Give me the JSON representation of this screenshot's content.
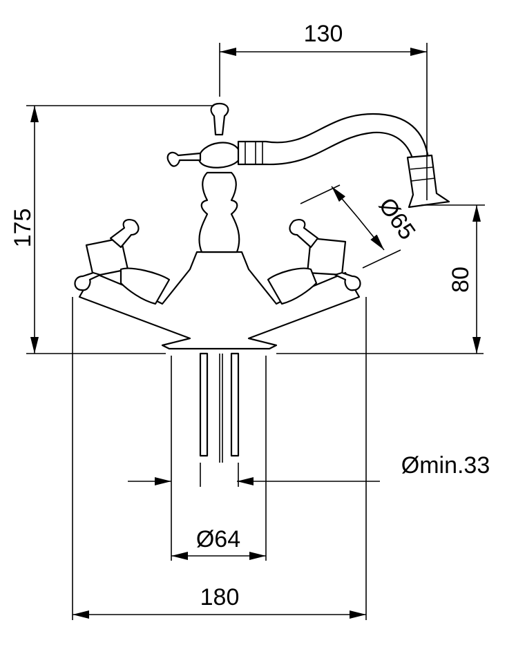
{
  "drawing": {
    "subject": "faucet-technical-drawing",
    "dimensions": {
      "spout_reach": "130",
      "total_height": "175",
      "aerator_diameter": "Ø65",
      "spout_height": "80",
      "hole_min": "Ømin.33",
      "base_diameter": "Ø64",
      "handle_span": "180"
    }
  }
}
